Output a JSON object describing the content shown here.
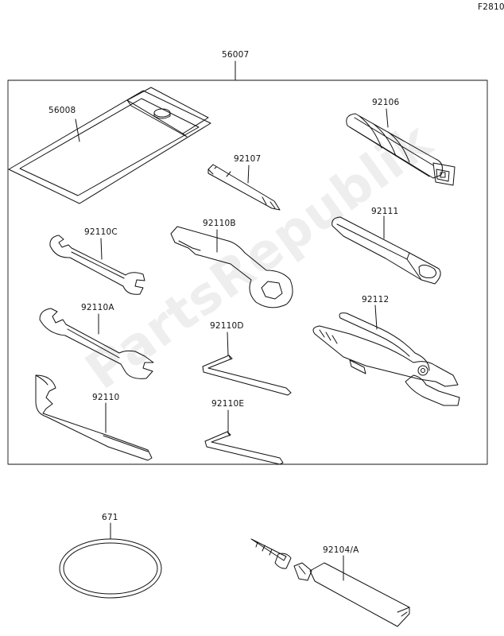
{
  "figure_code": "F2810",
  "watermark": "PartsRepublik",
  "labels": {
    "kit": "56007",
    "pouch": "56008",
    "screwdriver_handle": "92106",
    "screwdriver_bit": "92107",
    "wrench_c": "92110C",
    "wrench_b": "92110B",
    "box_tool": "92111",
    "wrench_a": "92110A",
    "hex_d": "92110D",
    "pliers": "92112",
    "spanner": "92110",
    "hex_e": "92110E",
    "band": "671",
    "grease": "92104/A"
  }
}
